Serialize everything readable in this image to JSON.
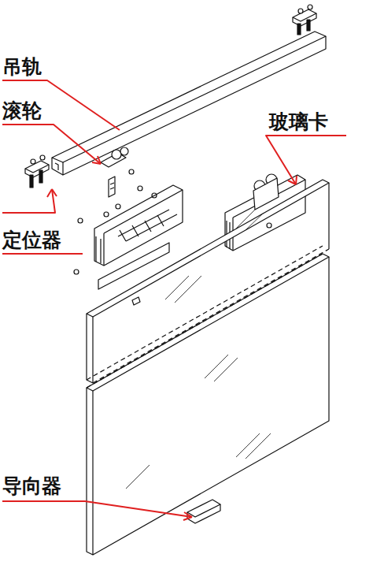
{
  "diagram": {
    "labels": [
      "吊轨",
      "滚轮",
      "玻璃卡",
      "定位器",
      "导向器"
    ]
  }
}
